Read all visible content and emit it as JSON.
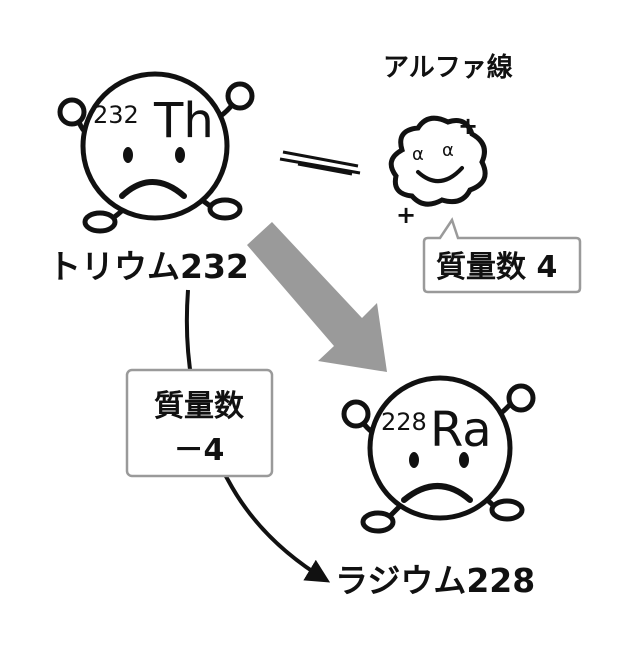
{
  "alpha_ray": {
    "title": "アルファ線",
    "symbol_left": "α",
    "symbol_right": "α",
    "charge_top": "+",
    "charge_bottom": "+",
    "mass_bubble": "質量数 4"
  },
  "thorium": {
    "mass_number": "232",
    "symbol": "Th",
    "name": "トリウム232"
  },
  "radium": {
    "mass_number": "228",
    "symbol": "Ra",
    "name": "ラジウム228"
  },
  "mass_change_box": {
    "line1": "質量数",
    "line2": "－4"
  },
  "colors": {
    "stroke": "#111111",
    "big_arrow": "#9a9a9a",
    "box_border": "#9a9a9a",
    "background": "#ffffff"
  }
}
